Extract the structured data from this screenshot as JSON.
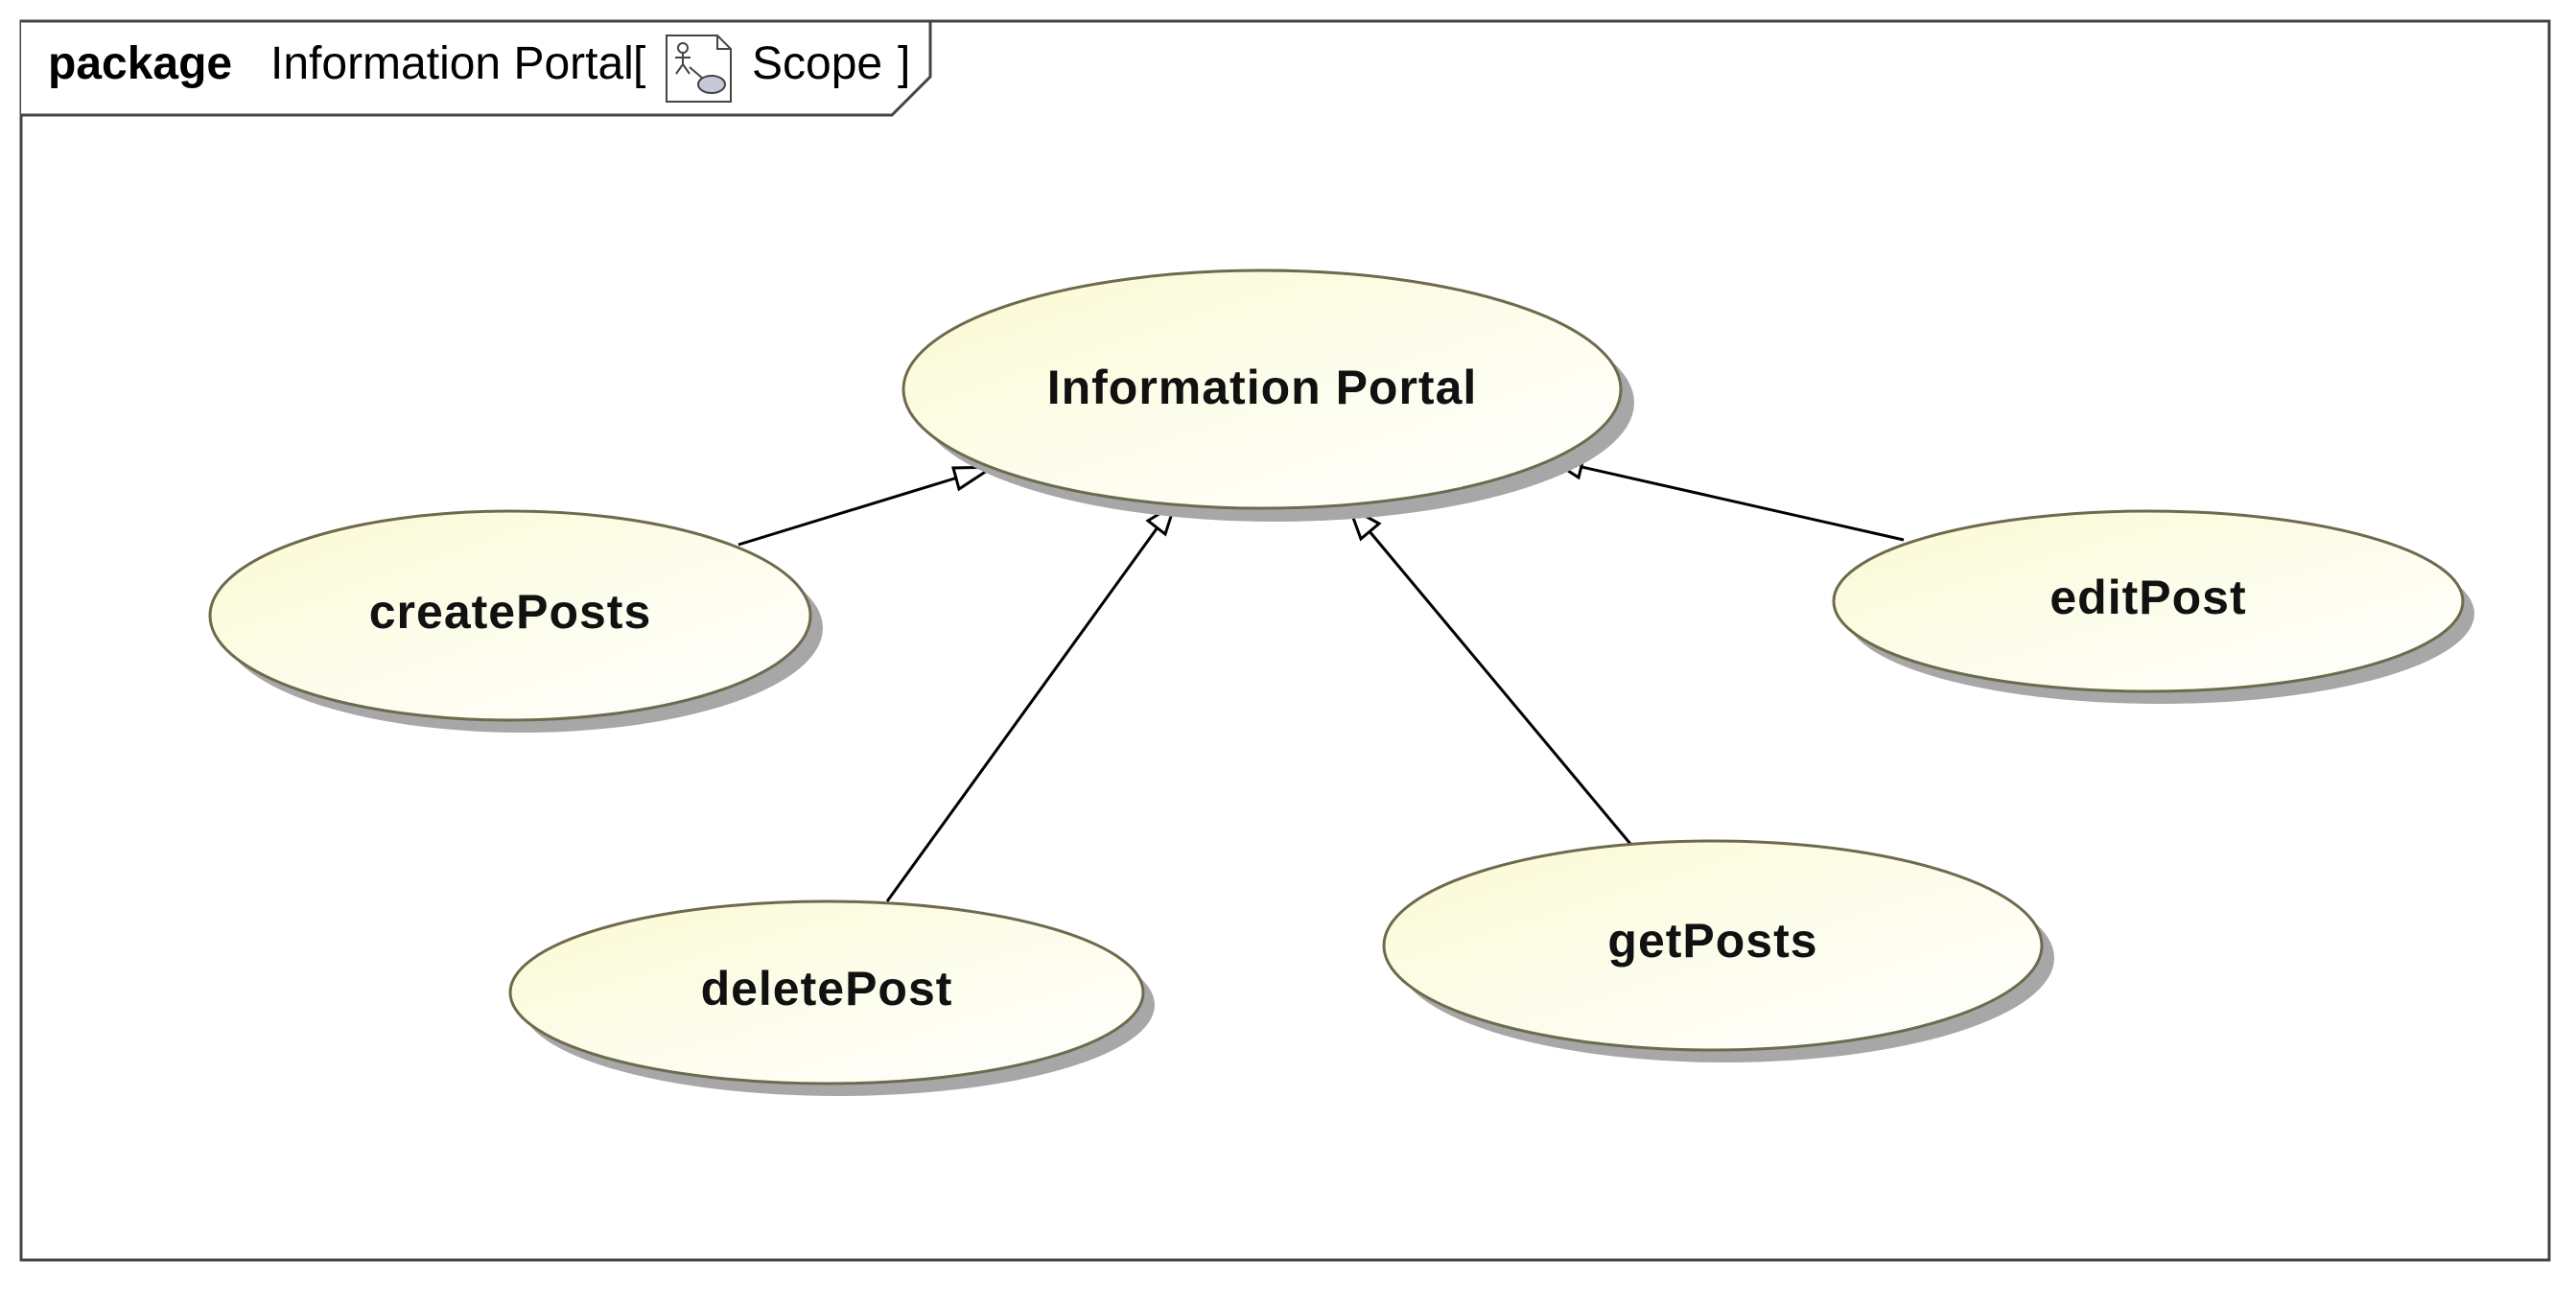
{
  "frame": {
    "keyword": "package",
    "name": "Information Portal",
    "open_bracket": "[",
    "diagram_icon": "use-case-diagram-icon",
    "diagram_type": "Scope",
    "close_bracket": "]"
  },
  "use_cases": {
    "parent": {
      "label": "Information Portal"
    },
    "create_posts": {
      "label": "createPosts"
    },
    "delete_post": {
      "label": "deletePost"
    },
    "get_posts": {
      "label": "getPosts"
    },
    "edit_post": {
      "label": "editPost"
    }
  },
  "relationships": [
    {
      "from": "createPosts",
      "to": "Information Portal",
      "kind": "generalization"
    },
    {
      "from": "deletePost",
      "to": "Information Portal",
      "kind": "generalization"
    },
    {
      "from": "getPosts",
      "to": "Information Portal",
      "kind": "generalization"
    },
    {
      "from": "editPost",
      "to": "Information Portal",
      "kind": "generalization"
    }
  ],
  "colors": {
    "use_case_fill_start": "#fafad2",
    "use_case_fill_end": "#ffffff",
    "use_case_stroke": "#6e6a4e",
    "shadow": "#a7a7a7",
    "line": "#000000",
    "frame_stroke": "#444444"
  }
}
